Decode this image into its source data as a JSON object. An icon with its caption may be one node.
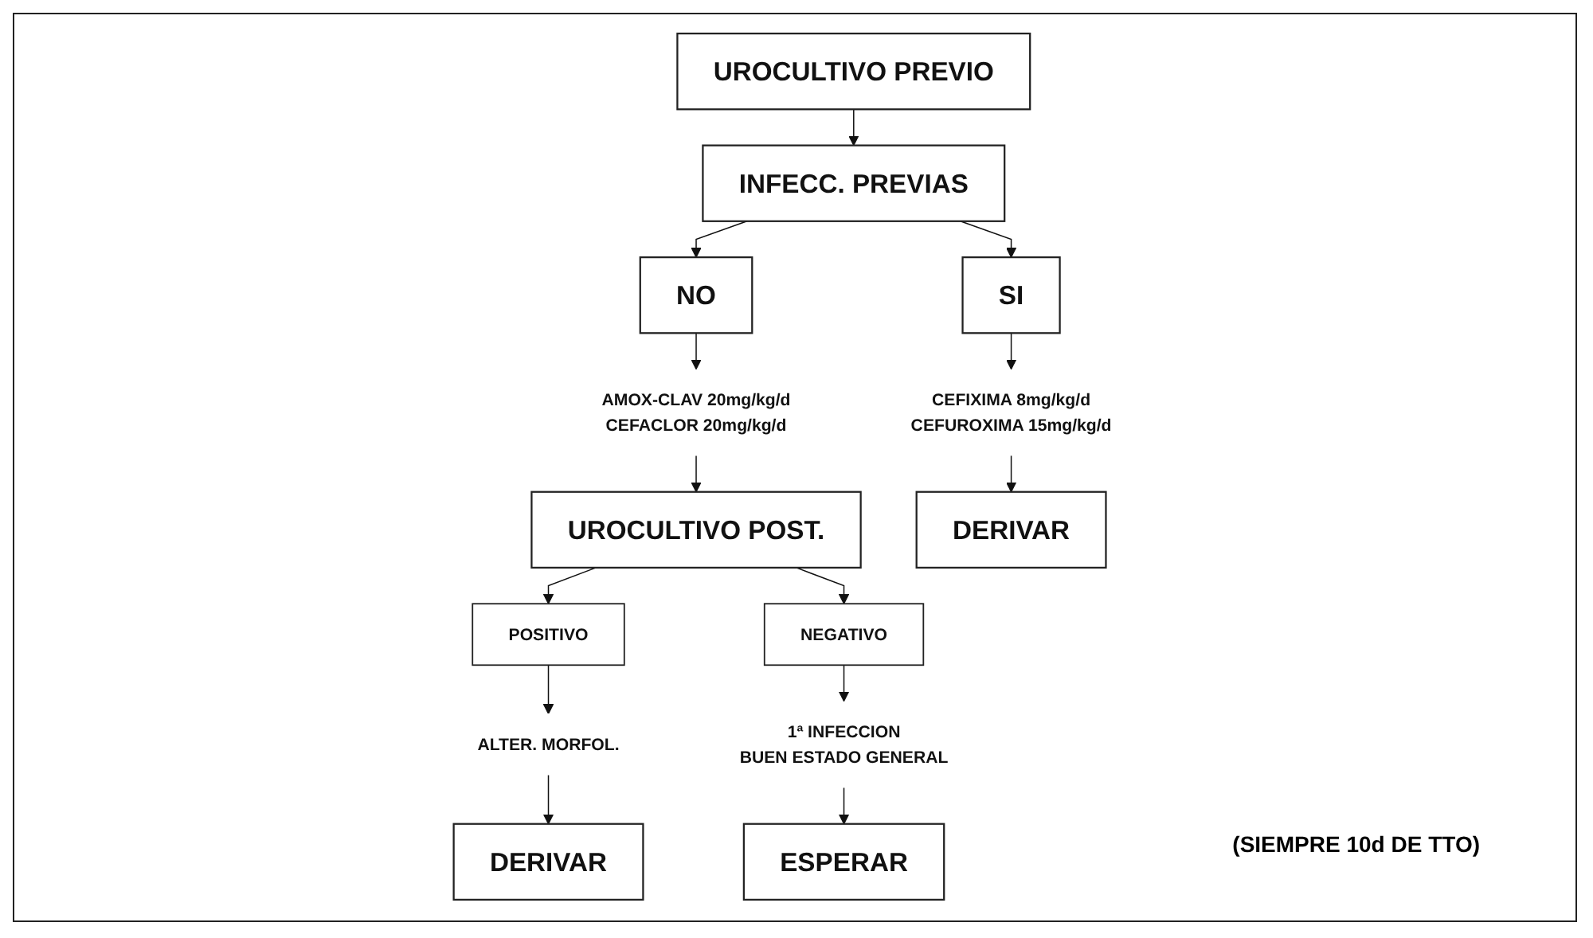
{
  "diagram": {
    "nodes": [
      {
        "text": [
          "UROCULTIVO PREVIO"
        ]
      },
      {
        "text": [
          "INFECC. PREVIAS"
        ]
      },
      {
        "text": [
          "NO"
        ]
      },
      {
        "text": [
          "SI"
        ]
      },
      {
        "text": [
          "AMOX-CLAV 20mg/kg/d",
          "CEFACLOR 20mg/kg/d"
        ]
      },
      {
        "text": [
          "CEFIXIMA 8mg/kg/d",
          "CEFUROXIMA 15mg/kg/d"
        ]
      },
      {
        "text": [
          "UROCULTIVO POST."
        ]
      },
      {
        "text": [
          "DERIVAR"
        ]
      },
      {
        "text": [
          "POSITIVO"
        ]
      },
      {
        "text": [
          "NEGATIVO"
        ]
      },
      {
        "text": [
          "ALTER. MORFOL."
        ]
      },
      {
        "text": [
          "1ª INFECCION",
          "BUEN ESTADO GENERAL"
        ]
      },
      {
        "text": [
          "DERIVAR"
        ]
      },
      {
        "text": [
          "ESPERAR"
        ]
      }
    ],
    "edges": [
      {
        "from": 0,
        "to": 1,
        "arrow": "to"
      },
      {
        "from": 1,
        "to": 2,
        "arrow": "to"
      },
      {
        "from": 1,
        "to": 3,
        "arrow": "to"
      },
      {
        "from": 2,
        "to": 4,
        "arrow": "to"
      },
      {
        "from": 3,
        "to": 5,
        "arrow": "to"
      },
      {
        "from": 4,
        "to": 6,
        "arrow": "to"
      },
      {
        "from": 5,
        "to": 7,
        "arrow": "to"
      },
      {
        "from": 6,
        "to": 8,
        "arrow": "to"
      },
      {
        "from": 6,
        "to": 9,
        "arrow": "to"
      },
      {
        "from": 8,
        "to": 10,
        "arrow": "to"
      },
      {
        "from": 9,
        "to": 11,
        "arrow": "to"
      },
      {
        "from": 10,
        "to": 12,
        "arrow": "to"
      },
      {
        "from": 11,
        "to": 13,
        "arrow": "to"
      }
    ],
    "labels": [
      "(SIEMPRE 10d DE TTO)"
    ]
  }
}
